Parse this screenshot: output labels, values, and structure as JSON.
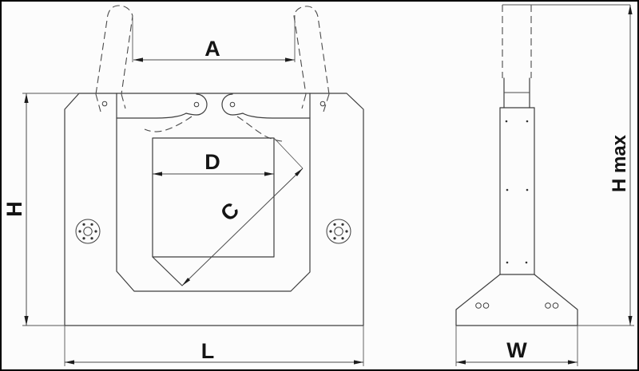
{
  "drawing": {
    "kind": "technical dimensional drawing, two orthographic views of a lifting clamp",
    "colors": {
      "background": "#fcfcfc",
      "border": "#000000",
      "object_line": "#3e3e3e",
      "dimension_line": "#4a4a4a",
      "label_text": "#141414"
    },
    "labels": {
      "a": "A",
      "d": "D",
      "c": "C",
      "h": "H",
      "l": "L",
      "w": "W",
      "h_max": "H max"
    }
  }
}
